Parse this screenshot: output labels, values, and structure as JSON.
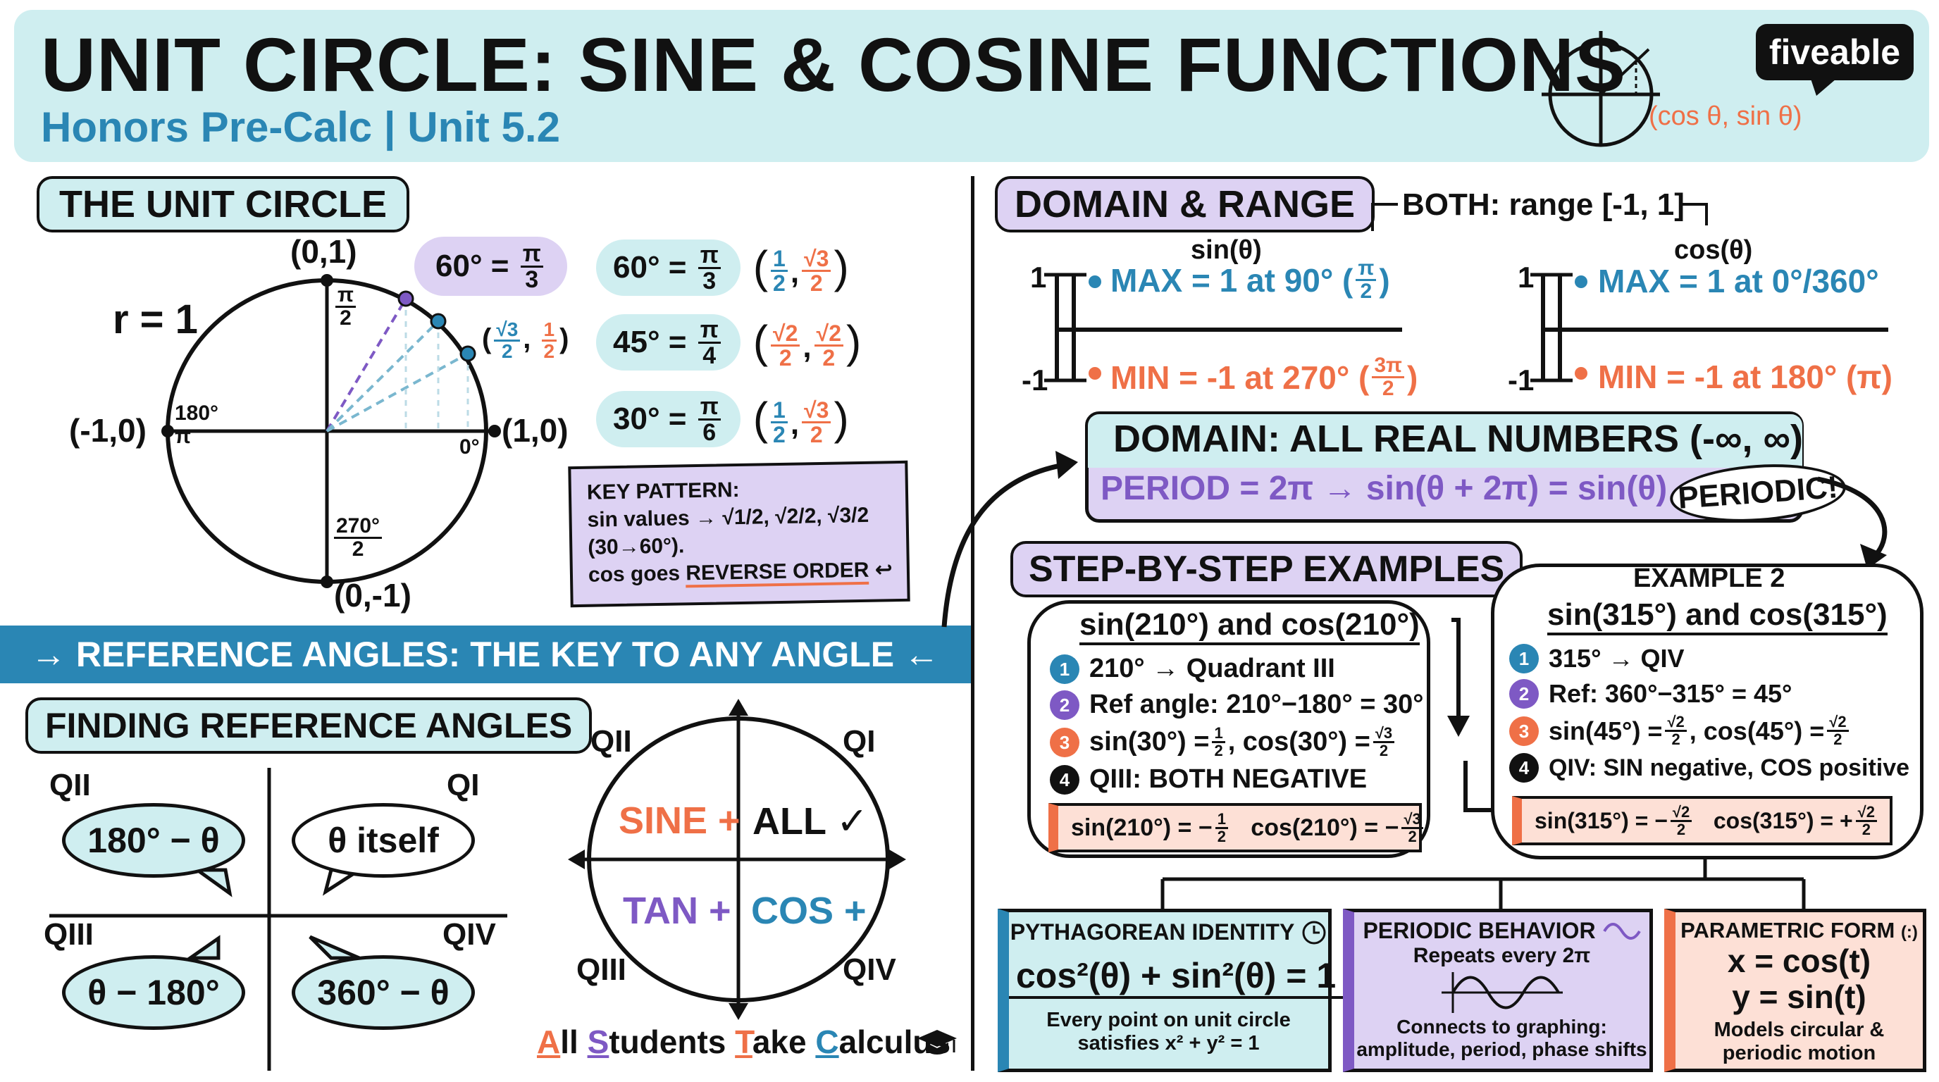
{
  "header": {
    "title": "UNIT CIRCLE: SINE & COSINE FUNCTIONS",
    "subtitle": "Honors Pre-Calc | Unit 5.2",
    "logo_text": "fiveable",
    "logo_point": "(cos θ, sin θ)"
  },
  "unit_circle": {
    "heading": "THE UNIT CIRCLE",
    "radius_label": "r = 1",
    "top_point": "(0,1)",
    "bottom_point": "(0,-1)",
    "left_point": "(-1,0)",
    "right_point": "(1,0)",
    "angle_90_num": "π",
    "angle_90_den": "2",
    "angle_180": "180°",
    "angle_180_rad": "π",
    "angle_0": "0°",
    "angle_270_num": "270°",
    "angle_270_den": "2",
    "point_45_x_num": "√3",
    "point_45_x_den": "2",
    "point_45_y_num": "1",
    "point_45_y_den": "2",
    "badge_angle": "60°",
    "badge_num": "π",
    "badge_den": "3"
  },
  "angle_table": [
    {
      "deg": "60°",
      "rad_num": "π",
      "rad_den": "3",
      "cos_num": "1",
      "cos_den": "2",
      "sin_num": "√3",
      "sin_den": "2"
    },
    {
      "deg": "45°",
      "rad_num": "π",
      "rad_den": "4",
      "cos_num": "√2",
      "cos_den": "2",
      "sin_num": "√2",
      "sin_den": "2"
    },
    {
      "deg": "30°",
      "rad_num": "π",
      "rad_den": "6",
      "cos_num": "1",
      "cos_den": "2",
      "sin_num": "√3",
      "sin_den": "2"
    }
  ],
  "key_pattern": {
    "title": "KEY PATTERN:",
    "line1": "sin values → √1/2, √2/2, √3/2",
    "line2": "(30→60°).",
    "line3_prefix": "cos goes ",
    "line3_emph": "REVERSE ORDER",
    "line3_icon": "↩"
  },
  "banner": "→ REFERENCE ANGLES: THE KEY TO ANY ANGLE ←",
  "finding": {
    "heading": "FINDING REFERENCE ANGLES",
    "q2_label": "QII",
    "q1_label": "QI",
    "q3_label": "QIII",
    "q4_label": "QIV",
    "q2_formula": "180° − θ",
    "q1_formula": "θ itself",
    "q3_formula": "θ − 180°",
    "q4_formula": "360° − θ"
  },
  "astc": {
    "q2_label": "QII",
    "q1_label": "QI",
    "q3_label": "QIII",
    "q4_label": "QIV",
    "sine": "SINE +",
    "all": "ALL ✓",
    "tan": "TAN +",
    "cos": "COS +",
    "mnemonic": [
      {
        "cap": "A",
        "rest": "ll "
      },
      {
        "cap": "S",
        "rest": "tudents "
      },
      {
        "cap": "T",
        "rest": "ake "
      },
      {
        "cap": "C",
        "rest": "alculus"
      }
    ]
  },
  "domain_range": {
    "heading": "DOMAIN & RANGE",
    "both": "BOTH: range [-1, 1]",
    "sin_label": "sin(θ)",
    "cos_label": "cos(θ)",
    "axis_top": "1",
    "axis_bottom": "-1",
    "sin_max_prefix": "MAX = 1 at 90° (",
    "sin_max_num": "π",
    "sin_max_den": "2",
    "sin_min_prefix": "MIN = -1 at 270° (",
    "sin_min_num": "3π",
    "sin_min_den": "2",
    "close_paren": ")",
    "cos_max": "MAX = 1 at 0°/360°",
    "cos_min": "MIN = -1 at 180° (π)"
  },
  "domain_box": {
    "domain": "DOMAIN: ALL REAL NUMBERS (-∞, ∞)",
    "period": "PERIOD = 2π → sin(θ + 2π) = sin(θ)",
    "periodic": "PERIODIC!"
  },
  "examples": {
    "heading": "STEP-BY-STEP EXAMPLES",
    "ex1": {
      "title": "sin(210°) and cos(210°)",
      "step1": "210° → Quadrant III",
      "step2": "Ref angle: 210°−180° = 30°",
      "step3a": "sin(30°) = ",
      "step3a_num": "1",
      "step3a_den": "2",
      "step3b": ", cos(30°) = ",
      "step3b_num": "√3",
      "step3b_den": "2",
      "step4": "QIII: BOTH NEGATIVE",
      "res_a": "sin(210°) = −",
      "res_a_num": "1",
      "res_a_den": "2",
      "res_b": "cos(210°) = −",
      "res_b_num": "√3",
      "res_b_den": "2"
    },
    "ex2": {
      "label": "EXAMPLE 2",
      "title": "sin(315°) and cos(315°)",
      "step1": "315° → QIV",
      "step2": "Ref: 360°−315° = 45°",
      "step3a": "sin(45°) = ",
      "step3a_num": "√2",
      "step3a_den": "2",
      "step3b": ", cos(45°) = ",
      "step3b_num": "√2",
      "step3b_den": "2",
      "step4": "QIV: SIN negative, COS positive",
      "res_a": "sin(315°) = −",
      "res_a_num": "√2",
      "res_a_den": "2",
      "res_b": "cos(315°) = +",
      "res_b_num": "√2",
      "res_b_den": "2"
    },
    "step_numbers": [
      "1",
      "2",
      "3",
      "4"
    ]
  },
  "bottom_panels": {
    "pythagorean": {
      "title": "PYTHAGOREAN IDENTITY",
      "formula": "cos²(θ) + sin²(θ) = 1",
      "desc1": "Every point on unit circle",
      "desc2": "satisfies x² + y² = 1"
    },
    "periodic": {
      "title": "PERIODIC BEHAVIOR",
      "sub": "Repeats every 2π",
      "desc1": "Connects to graphing:",
      "desc2": "amplitude, period, phase shifts"
    },
    "parametric": {
      "title": "PARAMETRIC FORM",
      "icon_text": "(:)",
      "x": "x = cos(t)",
      "y": "y = sin(t)",
      "desc1": "Models circular &",
      "desc2": "periodic motion"
    }
  },
  "colors": {
    "header_bg": "#cfeef0",
    "banner": "#2a86b4",
    "blue": "#2a86b4",
    "orange": "#ef7047",
    "purple": "#7e59c4",
    "lavender": "#ddd2f3",
    "peach": "#fde0d6"
  },
  "icons": [
    "unit-circle-logo-icon",
    "clock-icon",
    "sine-wave-icon",
    "graduation-cap-icon",
    "reverse-arrow-icon"
  ]
}
